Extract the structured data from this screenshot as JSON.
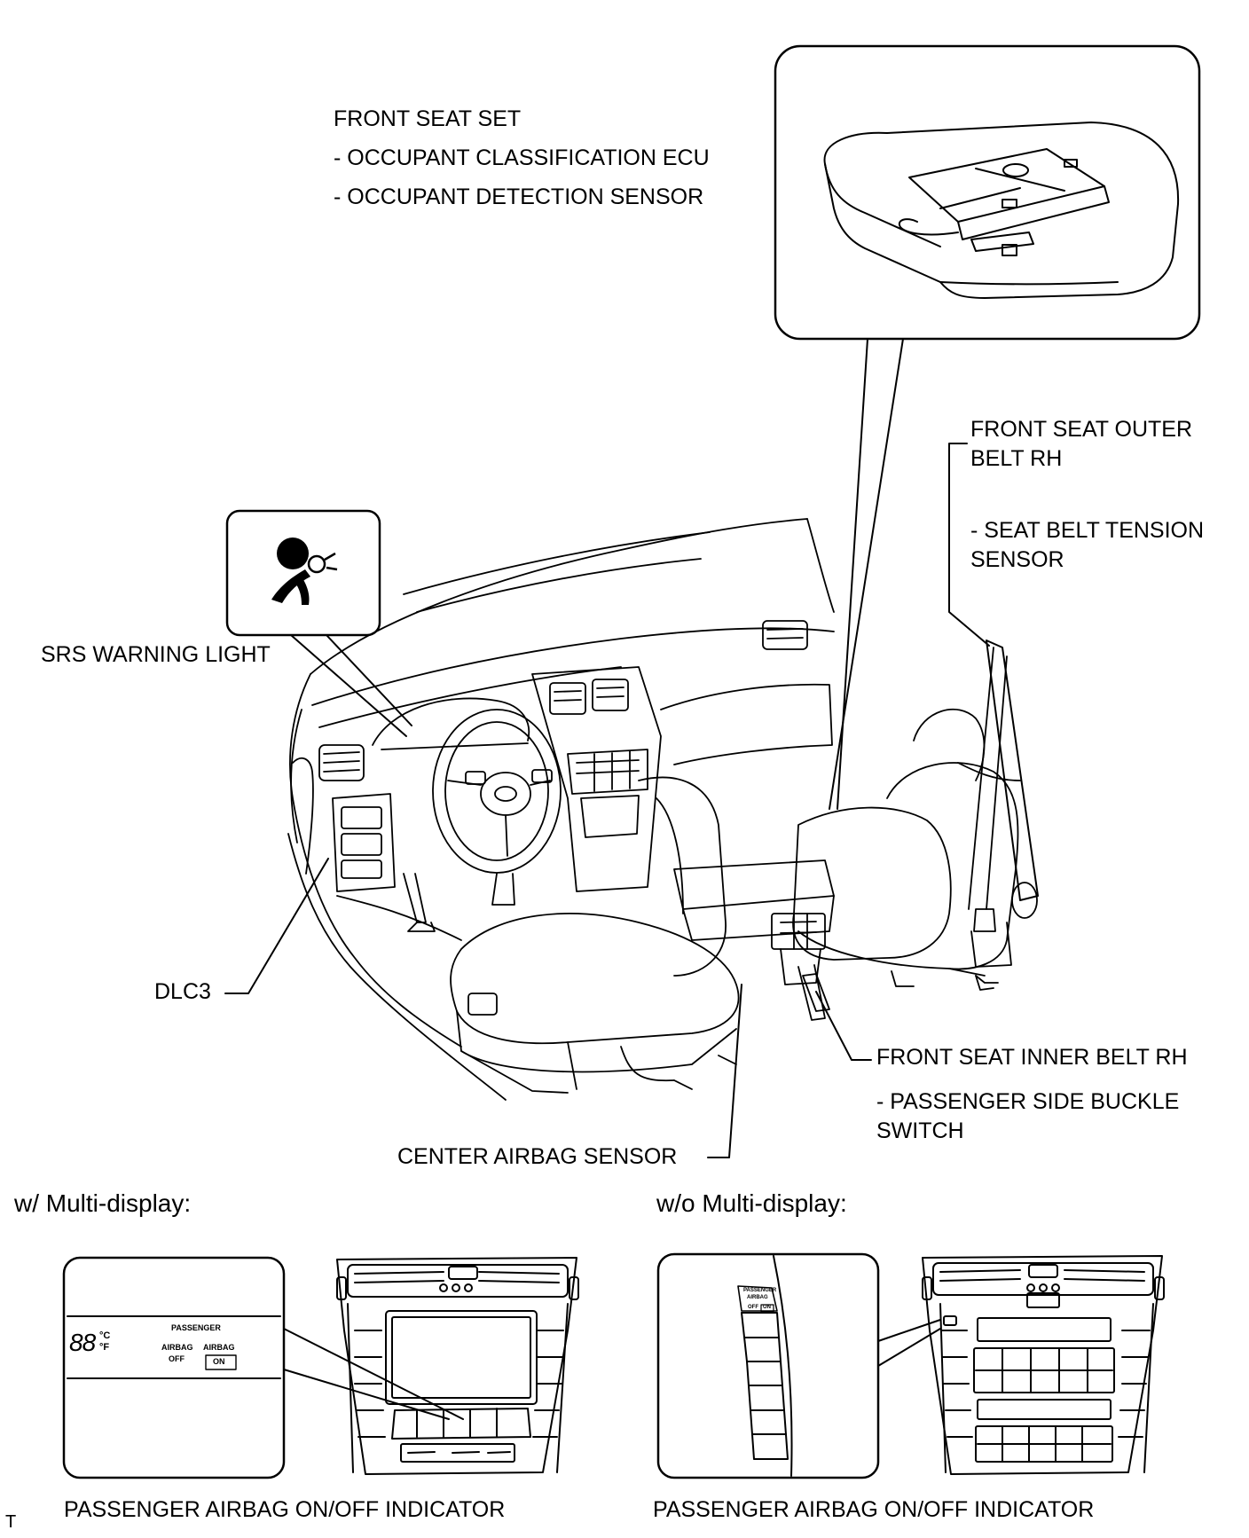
{
  "labels": {
    "front_seat_set": "FRONT SEAT SET",
    "occupant_classification_ecu": "- OCCUPANT CLASSIFICATION ECU",
    "occupant_detection_sensor": "- OCCUPANT DETECTION SENSOR",
    "front_seat_outer_belt_line1": "FRONT SEAT OUTER",
    "front_seat_outer_belt_line2": "BELT RH",
    "seat_belt_tension_line1": "- SEAT BELT TENSION",
    "seat_belt_tension_line2": "SENSOR",
    "srs_warning_light": "SRS WARNING LIGHT",
    "dlc3": "DLC3",
    "front_seat_inner_belt": "FRONT SEAT INNER BELT RH",
    "passenger_buckle_line1": "- PASSENGER SIDE BUCKLE",
    "passenger_buckle_line2": "SWITCH",
    "center_airbag_sensor": "CENTER AIRBAG SENSOR",
    "with_multi_display": "w/ Multi-display:",
    "without_multi_display": "w/o Multi-display:",
    "indicator_caption_left": "PASSENGER AIRBAG ON/OFF INDICATOR",
    "indicator_caption_right": "PASSENGER AIRBAG ON/OFF INDICATOR",
    "corner_mark": "T"
  },
  "inset_left": {
    "temp_digits": "88",
    "unit_c": "°C",
    "unit_f": "°F",
    "passenger": "PASSENGER",
    "airbag_left": "AIRBAG",
    "off": "OFF",
    "airbag_right": "AIRBAG",
    "on": "ON"
  },
  "inset_right": {
    "passenger": "PASSENGER",
    "airbag": "AIRBAG",
    "off": "OFF",
    "on": "ON"
  },
  "icons": {
    "srs": "srs-airbag-icon"
  }
}
